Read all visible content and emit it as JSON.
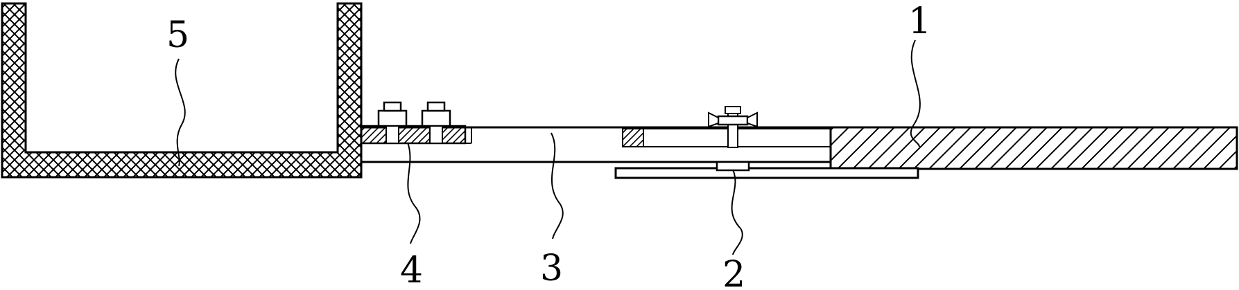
{
  "labels": {
    "part_1": "1",
    "part_2": "2",
    "part_3": "3",
    "part_4": "4",
    "part_5": "5"
  },
  "colors": {
    "line": "#000000",
    "background": "#ffffff"
  }
}
